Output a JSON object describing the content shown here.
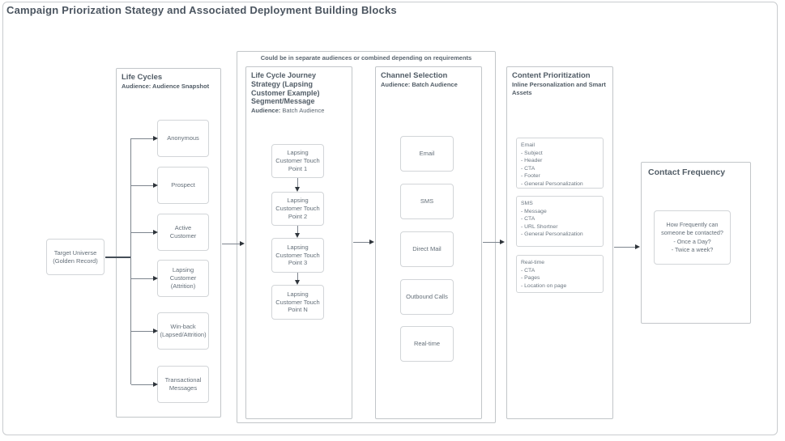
{
  "page": {
    "title": "Campaign Priorization Stategy and Associated Deployment Building Blocks"
  },
  "group_note": "Could be in separate audiences or combined depending on requirements",
  "target": {
    "label": "Target Universe (Golden Record)"
  },
  "lifecycles": {
    "title": "Life Cycles",
    "subtitle": "Audience: Audience Snapshot",
    "items": [
      "Anonymous",
      "Prospect",
      "Active Customer",
      "Lapsing Customer (Attrition)",
      "Win-back (Lapsed/Attrition)",
      "Transactional Messages"
    ]
  },
  "journey": {
    "title": "Life Cycle Journey Strategy (Lapsing Customer Example) Segment/Message",
    "subtitle_bold": "Audience:",
    "subtitle_rest": "Batch Audience",
    "items": [
      "Lapsing Customer Touch Point 1",
      "Lapsing Customer Touch Point 2",
      "Lapsing Customer Touch Point 3",
      "Lapsing Customer Touch Point N"
    ]
  },
  "channels": {
    "title": "Channel Selection",
    "subtitle": "Audience: Batch Audience",
    "items": [
      "Email",
      "SMS",
      "Direct Mail",
      "Outbound Calls",
      "Real-time"
    ]
  },
  "content": {
    "title": "Content Prioritization",
    "subtitle": "Inline Personalization and Smart Assets",
    "boxes": [
      {
        "title": "Email",
        "lines": [
          "- Subject",
          "- Header",
          "- CTA",
          "- Footer",
          "- General Personalization"
        ]
      },
      {
        "title": "SMS",
        "lines": [
          "- Message",
          "- CTA",
          "- URL Shortner",
          "- General Personalization"
        ]
      },
      {
        "title": "Real-time",
        "lines": [
          "- CTA",
          "- Pages",
          "- Location on page"
        ]
      }
    ]
  },
  "frequency": {
    "title": "Contact Frequency",
    "lines": [
      "How Frequently can someone be contacted?",
      "- Once a Day?",
      "- Twice a week?"
    ]
  },
  "colors": {
    "title_text": "#4b5560",
    "heading_text": "#515c66",
    "label_text": "#636e78",
    "box_border": "#d2d5d8",
    "panel_border": "#c2c6c9",
    "connector_line": "#7d858e",
    "arrowhead": "#2f353b"
  }
}
